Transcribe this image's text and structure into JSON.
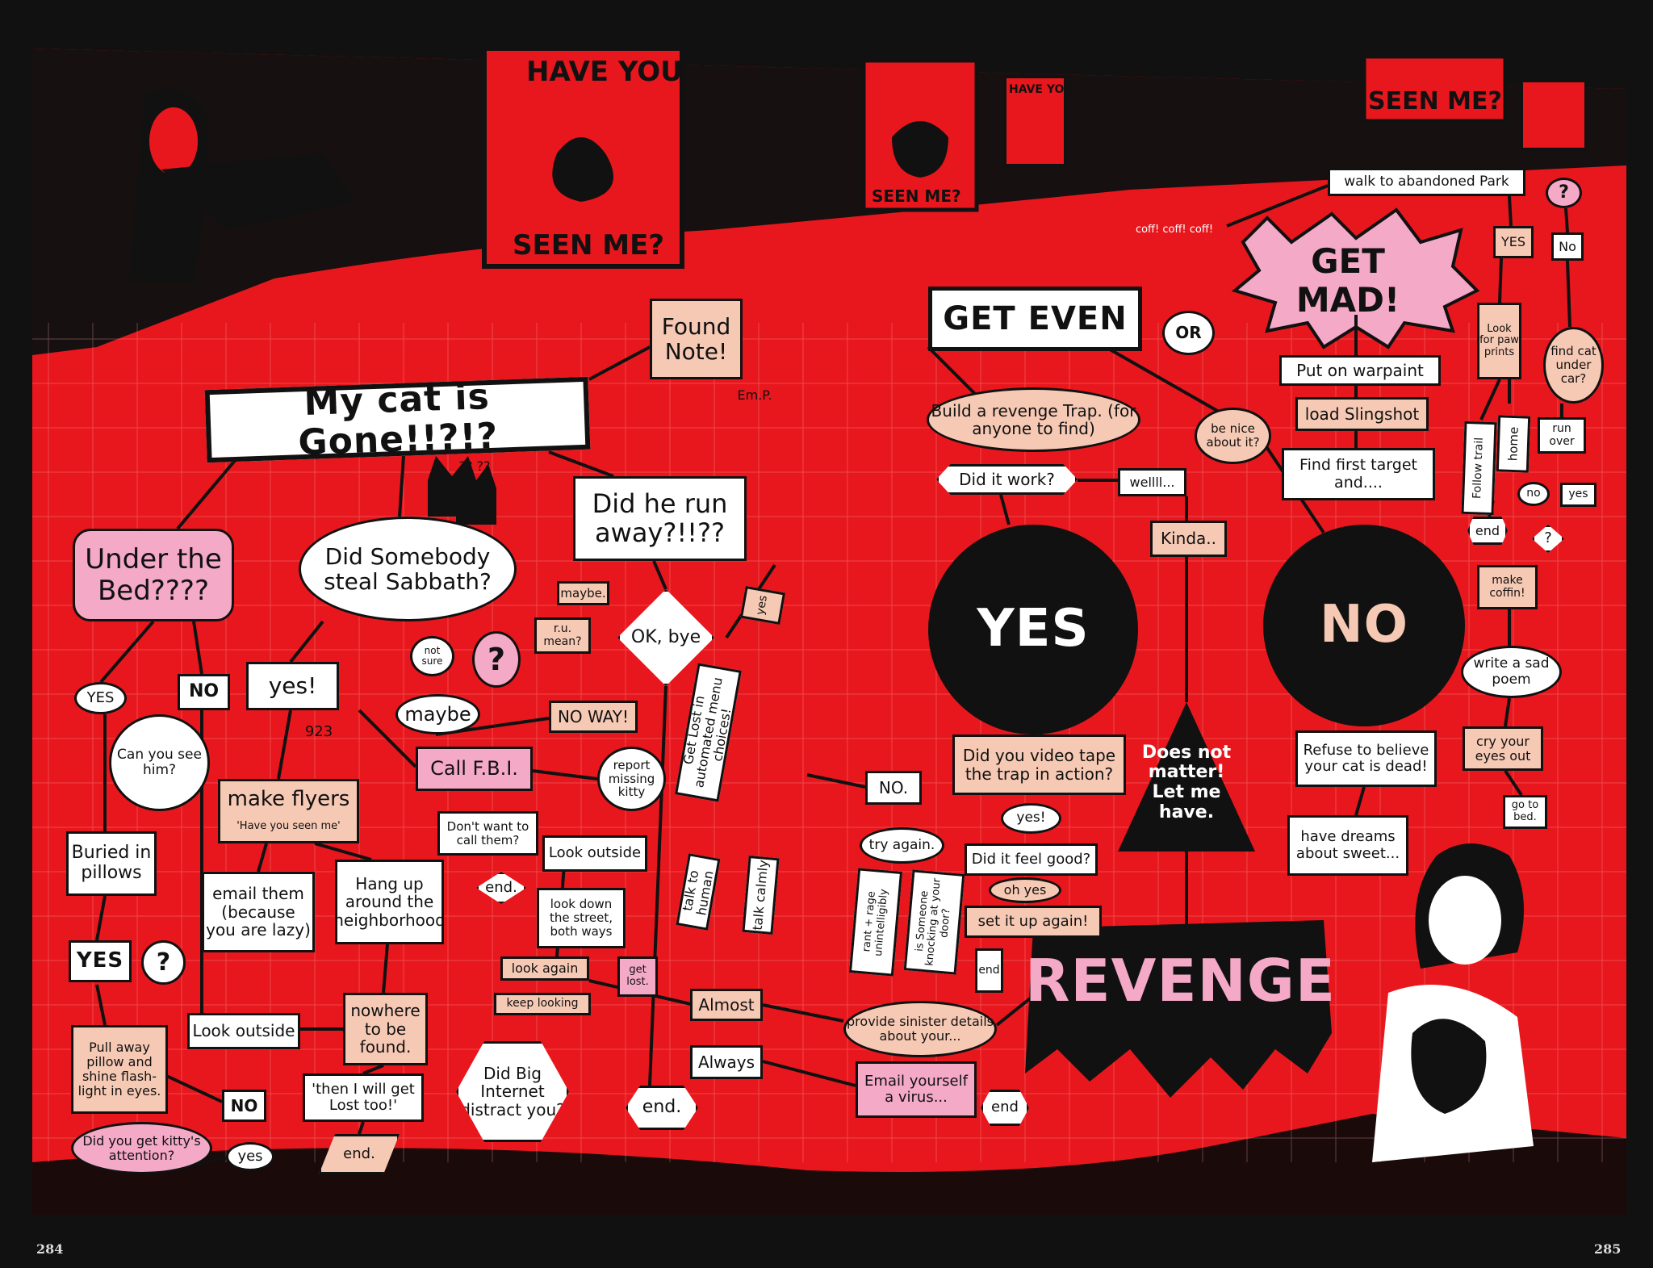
{
  "colors": {
    "red": "#e8171d",
    "black": "#111111",
    "white": "#ffffff",
    "pink": "#f4a9c6",
    "peach": "#f6c9b4"
  },
  "title": "My cat is Gone!!?!?",
  "posters": {
    "have_you": "HAVE YOU",
    "seen_me": "SEEN ME?",
    "seen_me_alt": "SEEN ME?",
    "seen_me_small": "SEEN ME?",
    "have_you_small": "HAVE YOU"
  },
  "decor": {
    "cough": "coff! coff! coff!",
    "signature": "Em.P.",
    "num": "923",
    "qmarks": "?? ??"
  },
  "nodes": {
    "found_note": "Found Note!",
    "under_bed": "Under the Bed????",
    "steal": "Did Somebody steal Sabbath?",
    "run_away": "Did he run away?!!??",
    "yes1": "YES",
    "no1": "NO",
    "can_see": "Can you see him?",
    "buried": "Buried in pillows",
    "yes_big": "YES",
    "q1": "?",
    "pull": "Pull away pillow and shine flash-light in eyes.",
    "no2": "NO",
    "attention": "Did you get kitty's attention?",
    "yes2": "yes",
    "yes_excl": "yes!",
    "not_sure": "not sure",
    "maybe": "maybe",
    "q2": "?",
    "make_flyers": "make flyers",
    "flyer_sub": "'Have you seen me'",
    "call_fbi": "Call F.B.I.",
    "dont_want": "Don't want to call them?",
    "end1": "end.",
    "email_them": "email them (because you are lazy)",
    "hang_up": "Hang up around the neighborhood",
    "look_outside1": "Look outside",
    "nowhere": "nowhere to be found.",
    "get_lost_too": "'then I will get Lost too!'",
    "end2": "end.",
    "maybe2": "maybe.",
    "ru_mean": "r.u. mean?",
    "no_way": "NO WAY!",
    "ok_bye": "OK, bye",
    "report": "report missing kitty",
    "look_outside2": "Look outside",
    "look_down": "look down the street, both ways",
    "look_again": "look again",
    "get_lost": "get lost.",
    "keep_looking": "keep looking",
    "big_internet": "Did Big Internet distract you?",
    "end3": "end.",
    "almost": "Almost",
    "always": "Always",
    "get_lost_menu": "Get Lost in automated menu choices!",
    "yes3": "yes",
    "talk_human": "talk to human",
    "talk_calmly": "talk calmly",
    "no3": "NO.",
    "try_again": "try again.",
    "rant": "rant + rage unintelligibly",
    "knocking": "is Someone knocking at your door?",
    "end4": "end",
    "provide": "provide sinister details about your...",
    "email_virus": "Email yourself a virus...",
    "end5": "end",
    "get_even": "GET EVEN",
    "or": "OR",
    "get_mad": "GET MAD!",
    "revenge_trap": "Build a revenge Trap. (for anyone to find)",
    "did_work": "Did it work?",
    "wellll": "wellll...",
    "kinda": "Kinda..",
    "be_nice": "be nice about it?",
    "yes_big2": "YES",
    "no_big": "NO",
    "video": "Did you video tape the trap in action?",
    "yes4": "yes!",
    "feel_good": "Did it feel good?",
    "oh_yes": "oh yes",
    "set_up": "set it up again!",
    "does_not": "Does not matter! Let me have.",
    "revenge": "REVENGE",
    "warpaint": "Put on warpaint",
    "slingshot": "load Slingshot",
    "first_target": "Find first target and....",
    "refuse": "Refuse to believe your cat is dead!",
    "dreams": "have dreams about sweet...",
    "park": "walk to abandoned Park",
    "q3": "?",
    "yes5": "YES",
    "no4": "No",
    "paw": "Look for paw prints",
    "under_car": "find cat under car?",
    "follow": "Follow trail",
    "home": "home",
    "run_over": "run over",
    "no5": "no",
    "yes6": "yes",
    "end6": "end",
    "q4": "?",
    "coffin": "make coffin!",
    "sad_poem": "write a sad poem",
    "cry": "cry your eyes out",
    "go_bed": "go to bed."
  },
  "pages": {
    "left": "284",
    "right": "285"
  }
}
